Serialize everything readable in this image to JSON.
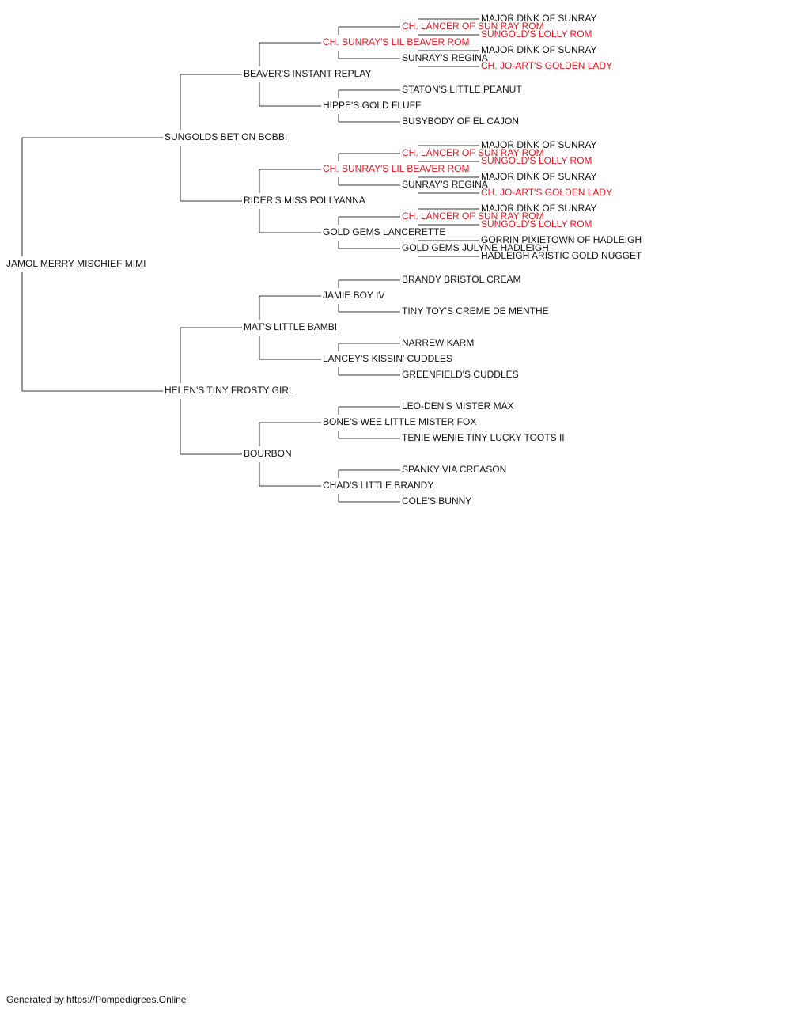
{
  "colors": {
    "normal": "#111111",
    "highlight": "#e8141b",
    "line": "#333333"
  },
  "pedigree": {
    "name": "JAMOL MERRY MISCHIEF MIMI",
    "sire": {
      "name": "SUNGOLDS BET ON BOBBI",
      "sire": {
        "name": "BEAVER'S INSTANT REPLAY",
        "sire": {
          "name": "CH. SUNRAY'S LIL BEAVER ROM",
          "hl": true,
          "sire": {
            "name": "CH. LANCER OF SUN RAY ROM",
            "hl": true,
            "sire": {
              "name": "MAJOR DINK OF SUNRAY"
            },
            "dam": {
              "name": "SUNGOLD'S LOLLY ROM",
              "hl": true
            }
          },
          "dam": {
            "name": "SUNRAY'S REGINA",
            "sire": {
              "name": "MAJOR DINK OF SUNRAY"
            },
            "dam": {
              "name": "CH. JO-ART'S GOLDEN LADY",
              "hl": true
            }
          }
        },
        "dam": {
          "name": "HIPPE'S GOLD FLUFF",
          "sire": {
            "name": "STATON'S LITTLE PEANUT"
          },
          "dam": {
            "name": "BUSYBODY OF EL CAJON"
          }
        }
      },
      "dam": {
        "name": "RIDER'S MISS POLLYANNA",
        "sire": {
          "name": "CH. SUNRAY'S LIL BEAVER ROM",
          "hl": true,
          "sire": {
            "name": "CH. LANCER OF SUN RAY ROM",
            "hl": true,
            "sire": {
              "name": "MAJOR DINK OF SUNRAY"
            },
            "dam": {
              "name": "SUNGOLD'S LOLLY ROM",
              "hl": true
            }
          },
          "dam": {
            "name": "SUNRAY'S REGINA",
            "sire": {
              "name": "MAJOR DINK OF SUNRAY"
            },
            "dam": {
              "name": "CH. JO-ART'S GOLDEN LADY",
              "hl": true
            }
          }
        },
        "dam": {
          "name": "GOLD GEMS LANCERETTE",
          "sire": {
            "name": "CH. LANCER OF SUN RAY ROM",
            "hl": true,
            "sire": {
              "name": "MAJOR DINK OF SUNRAY"
            },
            "dam": {
              "name": "SUNGOLD'S LOLLY ROM",
              "hl": true
            }
          },
          "dam": {
            "name": "GOLD GEMS JULYNE HADLEIGH",
            "sire": {
              "name": "GORRIN PIXIETOWN OF HADLEIGH"
            },
            "dam": {
              "name": "HADLEIGH ARISTIC GOLD NUGGET"
            }
          }
        }
      }
    },
    "dam": {
      "name": "HELEN'S TINY FROSTY GIRL",
      "sire": {
        "name": "MAT'S LITTLE BAMBI",
        "sire": {
          "name": "JAMIE BOY IV",
          "sire": {
            "name": "BRANDY BRISTOL CREAM"
          },
          "dam": {
            "name": "TINY TOY'S CREME DE MENTHE"
          }
        },
        "dam": {
          "name": "LANCEY'S KISSIN' CUDDLES",
          "sire": {
            "name": "NARREW KARM"
          },
          "dam": {
            "name": "GREENFIELD'S CUDDLES"
          }
        }
      },
      "dam": {
        "name": "BOURBON",
        "sire": {
          "name": "BONE'S WEE LITTLE MISTER FOX",
          "sire": {
            "name": "LEO-DEN'S MISTER MAX"
          },
          "dam": {
            "name": "TENIE WENIE TINY LUCKY TOOTS II"
          }
        },
        "dam": {
          "name": "CHAD'S LITTLE BRANDY",
          "sire": {
            "name": "SPANKY VIA CREASON"
          },
          "dam": {
            "name": "COLE'S BUNNY"
          }
        }
      }
    }
  },
  "footer": {
    "text": "Generated by https://Pompedigrees.Online"
  }
}
